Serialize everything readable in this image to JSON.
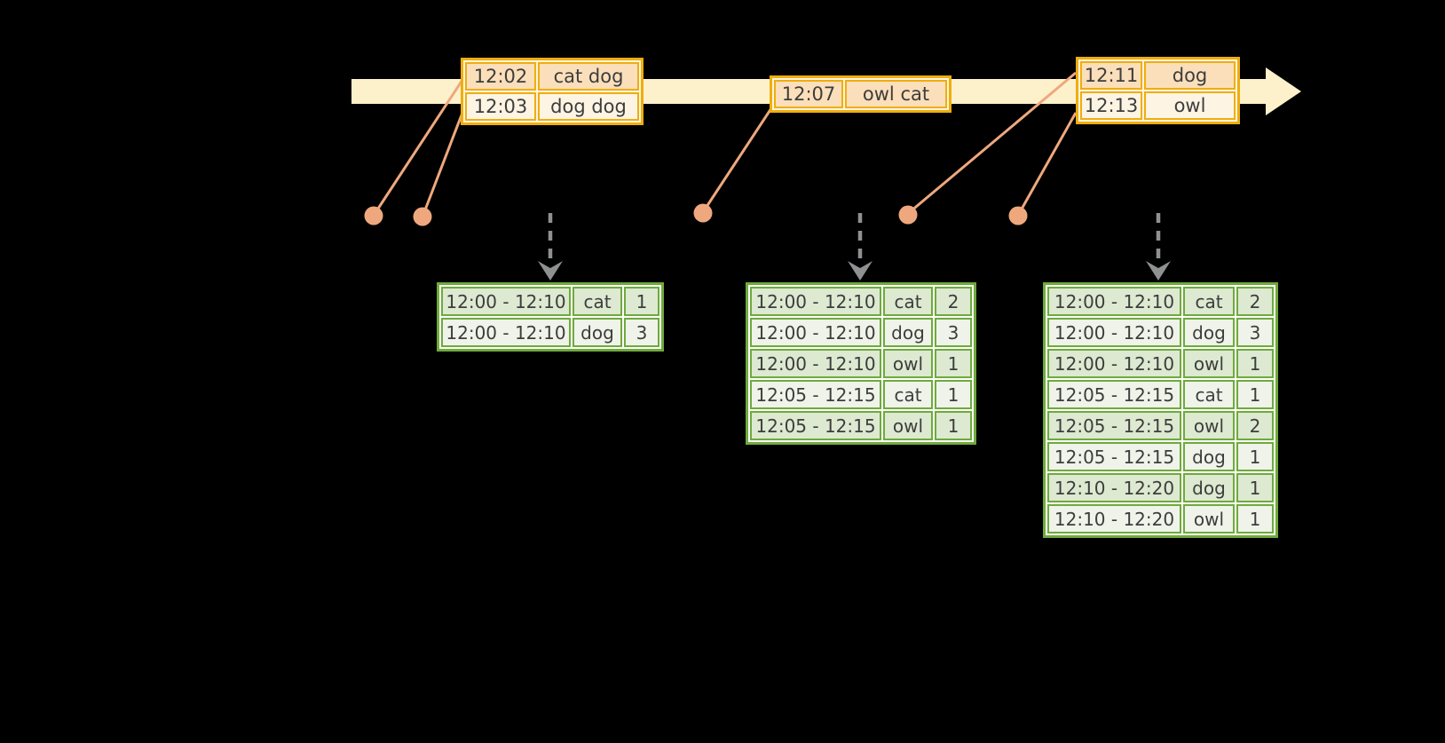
{
  "colors": {
    "background": "#000000",
    "timeline_band": "#fdf1cb",
    "event_table_border": "#efae0e",
    "event_row_peach": "#fbdfba",
    "event_row_cream": "#fdf4e3",
    "connector_salmon": "#efa87d",
    "result_table_border": "#6faa3d",
    "result_row_dark": "#dde9d1",
    "result_row_light": "#eff3e9",
    "trigger_arrow_gray": "#8f9091",
    "text": "#3d3d3d"
  },
  "timeline": {
    "batches": [
      {
        "events": [
          {
            "time": "12:02",
            "words": "cat dog"
          },
          {
            "time": "12:03",
            "words": "dog dog"
          }
        ]
      },
      {
        "events": [
          {
            "time": "12:07",
            "words": "owl cat"
          }
        ]
      },
      {
        "events": [
          {
            "time": "12:11",
            "words": "dog"
          },
          {
            "time": "12:13",
            "words": "owl"
          }
        ]
      }
    ]
  },
  "result_tables": [
    {
      "rows": [
        {
          "window": "12:00 - 12:10",
          "word": "cat",
          "count": "1"
        },
        {
          "window": "12:00 - 12:10",
          "word": "dog",
          "count": "3"
        }
      ]
    },
    {
      "rows": [
        {
          "window": "12:00 - 12:10",
          "word": "cat",
          "count": "2"
        },
        {
          "window": "12:00 - 12:10",
          "word": "dog",
          "count": "3"
        },
        {
          "window": "12:00 - 12:10",
          "word": "owl",
          "count": "1"
        },
        {
          "window": "12:05 - 12:15",
          "word": "cat",
          "count": "1"
        },
        {
          "window": "12:05 - 12:15",
          "word": "owl",
          "count": "1"
        }
      ]
    },
    {
      "rows": [
        {
          "window": "12:00 - 12:10",
          "word": "cat",
          "count": "2"
        },
        {
          "window": "12:00 - 12:10",
          "word": "dog",
          "count": "3"
        },
        {
          "window": "12:00 - 12:10",
          "word": "owl",
          "count": "1"
        },
        {
          "window": "12:05 - 12:15",
          "word": "cat",
          "count": "1"
        },
        {
          "window": "12:05 - 12:15",
          "word": "owl",
          "count": "2"
        },
        {
          "window": "12:05 - 12:15",
          "word": "dog",
          "count": "1"
        },
        {
          "window": "12:10 - 12:20",
          "word": "dog",
          "count": "1"
        },
        {
          "window": "12:10 - 12:20",
          "word": "owl",
          "count": "1"
        }
      ]
    }
  ]
}
